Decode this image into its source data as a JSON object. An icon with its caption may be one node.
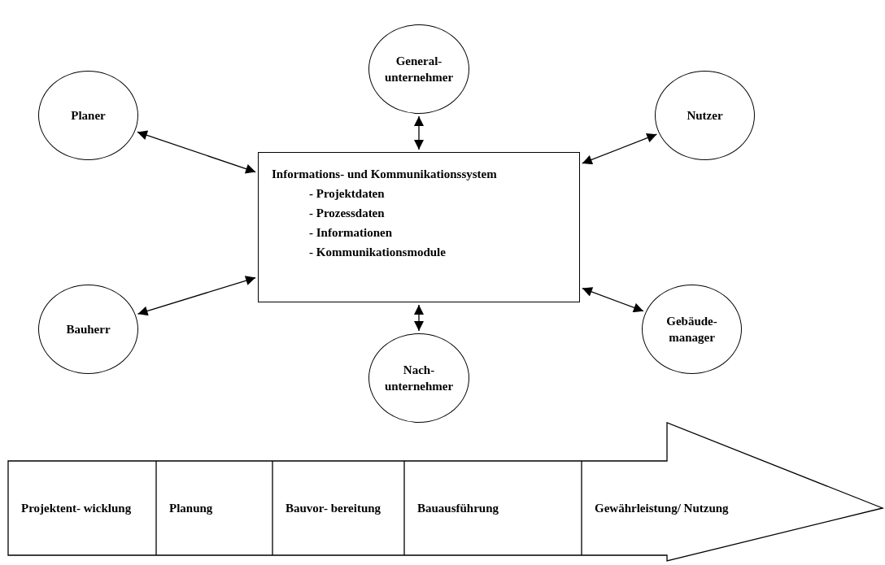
{
  "diagram": {
    "nodes": [
      {
        "text": [
          "General- unternehmer"
        ]
      },
      {
        "text": [
          "Planer"
        ]
      },
      {
        "text": [
          "Nutzer"
        ]
      },
      {
        "text": [
          "Informations- und Kommunikationssystem",
          "- Projektdaten",
          "- Prozessdaten",
          "- Informationen",
          "- Kommunikationsmodule"
        ]
      },
      {
        "text": [
          "Bauherr"
        ]
      },
      {
        "text": [
          "Gebäude- manager"
        ]
      },
      {
        "text": [
          "Nach- unternehmer"
        ]
      },
      {
        "text": [
          "Projektent- wicklung"
        ]
      },
      {
        "text": [
          "Planung"
        ]
      },
      {
        "text": [
          "Bauvor- bereitung"
        ]
      },
      {
        "text": [
          "Bauausführung"
        ]
      },
      {
        "text": [
          "Gewährleistung/ Nutzung"
        ]
      }
    ],
    "edges": [
      {
        "from": 1,
        "to": 3,
        "arrow": "both"
      },
      {
        "from": 0,
        "to": 3,
        "arrow": "both"
      },
      {
        "from": 3,
        "to": 2,
        "arrow": "both"
      },
      {
        "from": 4,
        "to": 3,
        "arrow": "both"
      },
      {
        "from": 3,
        "to": 6,
        "arrow": "both"
      },
      {
        "from": 3,
        "to": 5,
        "arrow": "both"
      }
    ]
  }
}
